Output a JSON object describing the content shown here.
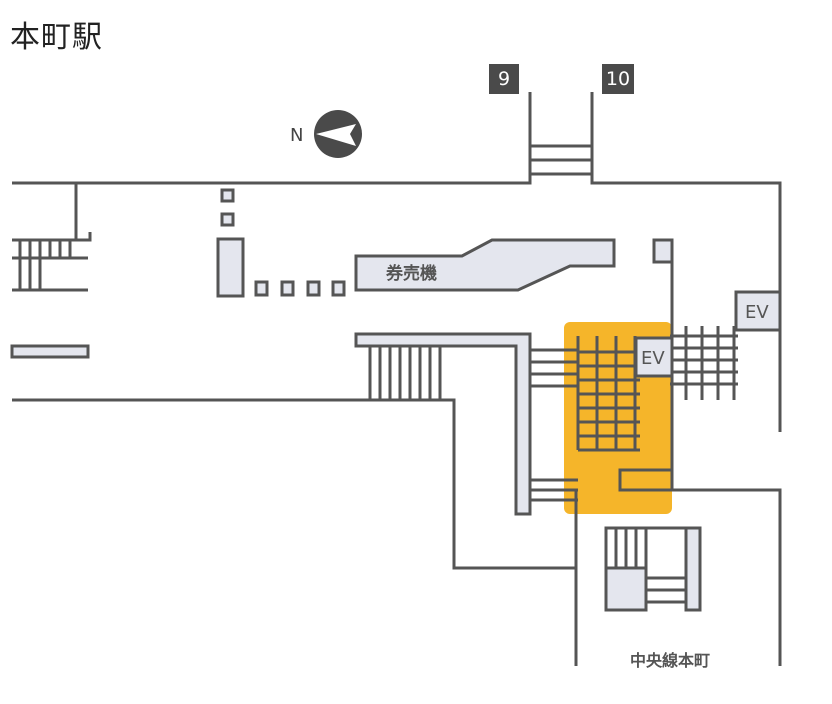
{
  "station": {
    "title": "本町駅"
  },
  "exits": [
    {
      "number": "9"
    },
    {
      "number": "10"
    }
  ],
  "compass": {
    "label": "N"
  },
  "facilities": {
    "ticket_machines": "券売機",
    "elevator_main": "EV",
    "elevator_side": "EV",
    "line_transfer": "中央線本町"
  },
  "colors": {
    "wall": "#555555",
    "fill": "#e4e6ee",
    "highlight": "#f5b52a",
    "badge": "#4a4a4a"
  }
}
